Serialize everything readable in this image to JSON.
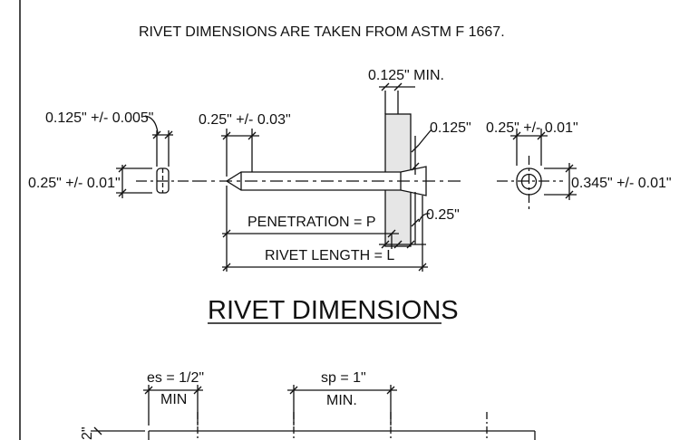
{
  "general_note": "RIVET DIMENSIONS ARE TAKEN FROM ASTM F 1667.",
  "rivet_detail": {
    "head_thickness": "0.125\" +/- 0.005\"",
    "head_diameter_side": "0.25\" +/- 0.01\"",
    "point_length": "0.25\" +/- 0.03\"",
    "plate_min": "0.125\" MIN.",
    "head_height": "0.125\"",
    "head_offset": "0.25\"",
    "penetration": "PENETRATION = P",
    "rivet_length": "RIVET LENGTH = L",
    "end_view_width": "0.25\" +/- 0.01\"",
    "end_view_height": "0.345\" +/- 0.01\""
  },
  "section_title": "RIVET DIMENSIONS",
  "spacing_detail": {
    "edge_spacing": "es = 1/2\"",
    "edge_spacing_note": "MIN",
    "spacing": "sp = 1\"",
    "spacing_note": "MIN.",
    "left_partial_label": "2\""
  },
  "colors": {
    "line": "#111111",
    "plate_fill": "#e6e6e6",
    "background": "#ffffff"
  }
}
